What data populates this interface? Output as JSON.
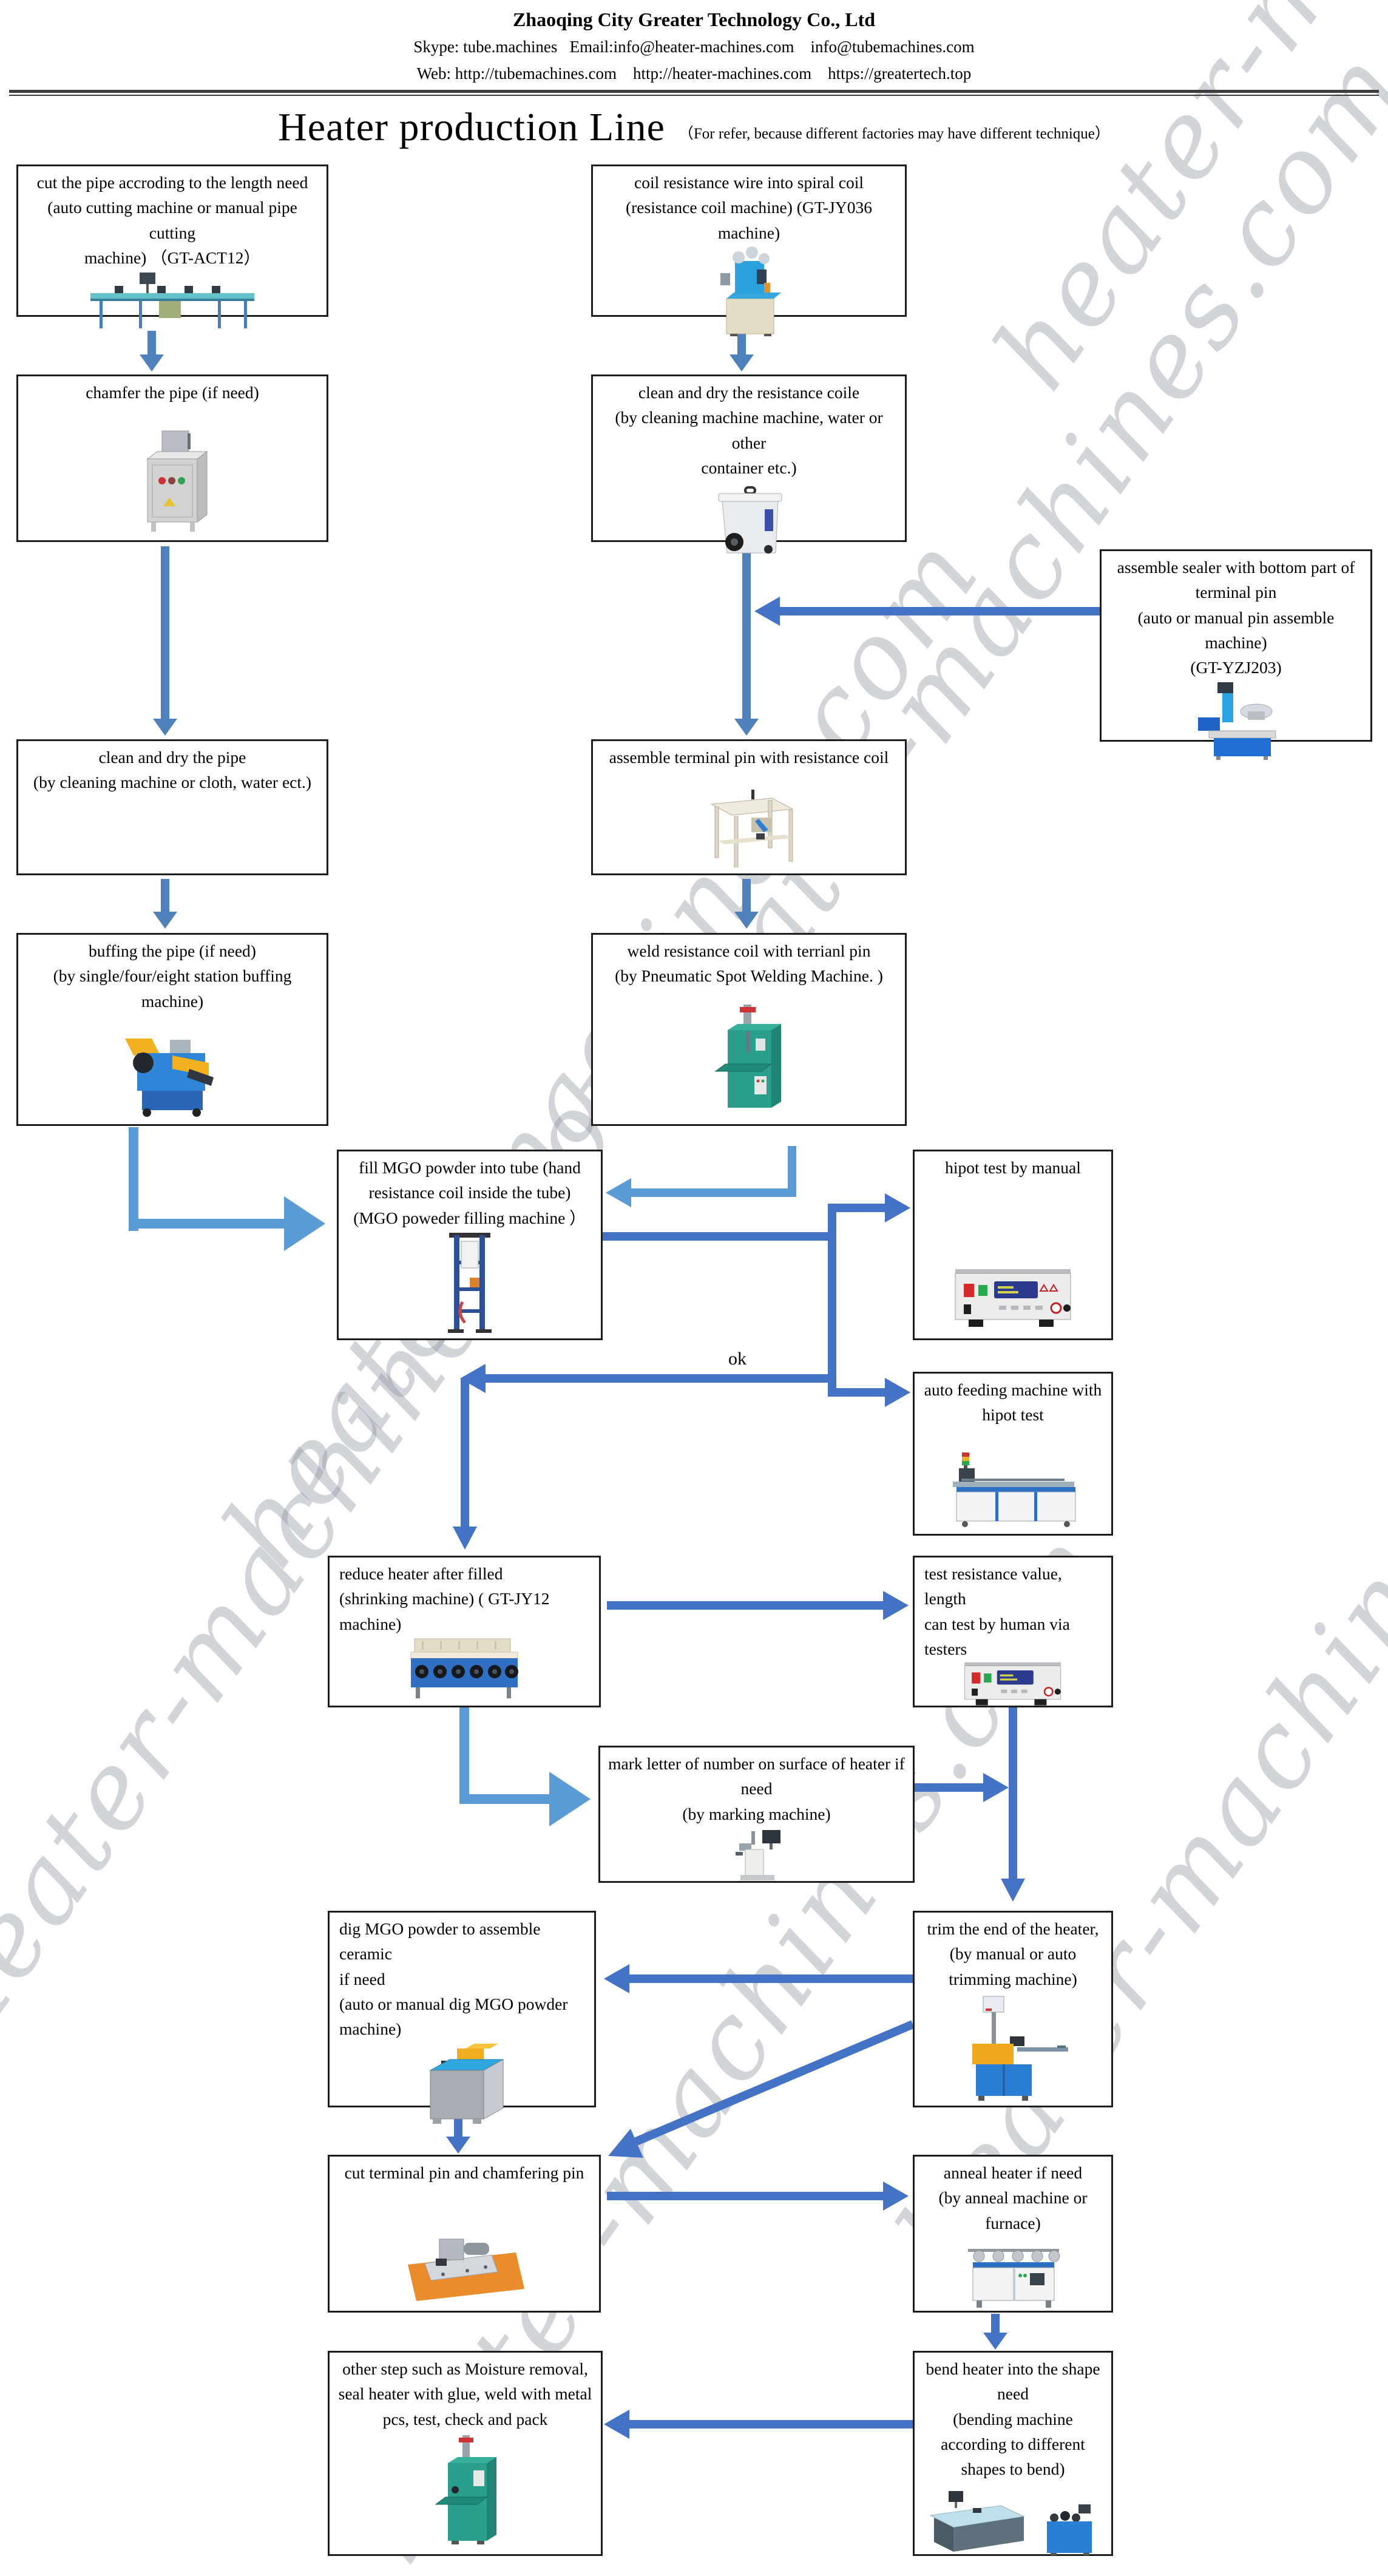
{
  "header": {
    "company": "Zhaoqing City Greater Technology Co., Ltd",
    "contact_line": "Skype: tube.machines   Email:info@heater-machines.com    info@tubemachines.com",
    "web_line": "Web: http://tubemachines.com    http://heater-machines.com    https://greatertech.top"
  },
  "title": {
    "main": "Heater production Line",
    "note": "（For refer, because different factories may have different technique）"
  },
  "watermark": "heater-machines.com",
  "labels": {
    "ok": "ok"
  },
  "colors": {
    "arrow_dark": "#4472c4",
    "arrow_light": "#5b9bd5",
    "arrow_block": "#4f81bd",
    "box_border": "#1c1c1c"
  },
  "nodes": {
    "cut_pipe": {
      "text": "cut the pipe accroding to the length need\n(auto cutting machine or manual pipe cutting\nmachine) （GT-ACT12）"
    },
    "coil_wire": {
      "text": "coil resistance wire into spiral coil\n(resistance coil machine) (GT-JY036 machine)"
    },
    "chamfer": {
      "text": "chamfer the pipe (if need)"
    },
    "clean_coil": {
      "text": "clean and dry the resistance coile\n(by cleaning machine machine, water or other\ncontainer etc.)"
    },
    "assemble_sealer": {
      "text": "assemble sealer with bottom part of\nterminal pin\n(auto or manual pin assemble machine)\n(GT-YZJ203)"
    },
    "clean_pipe": {
      "text": "clean and dry the pipe\n(by cleaning machine or cloth, water ect.)"
    },
    "assemble_pin": {
      "text": "assemble terminal pin with resistance coil"
    },
    "buffing": {
      "text": "buffing the pipe (if need)\n(by single/four/eight station buffing\nmachine)"
    },
    "weld": {
      "text": "weld resistance coil with terrianl pin\n(by Pneumatic Spot Welding Machine. )"
    },
    "fill_mgo": {
      "text": "fill MGO powder into tube (hand\nresistance coil inside the tube)\n(MGO poweder filling machine ）"
    },
    "hipot": {
      "text": "hipot test by manual"
    },
    "auto_feeding": {
      "text": "auto feeding machine with\nhipot test"
    },
    "reduce": {
      "text": "reduce heater after filled\n(shrinking machine) ( GT-JY12\nmachine)"
    },
    "test_resistance": {
      "text": "test resistance value,\nlength\ncan test by human via\ntesters"
    },
    "mark": {
      "text": "mark letter of number on surface of heater if\nneed\n(by marking machine)"
    },
    "dig": {
      "text": "dig MGO powder to assemble ceramic\nif need\n(auto or manual dig MGO powder\nmachine)"
    },
    "trim": {
      "text": "trim the end of the heater,\n(by manual or auto\ntrimming machine)"
    },
    "cut_pin": {
      "text": "cut terminal pin and chamfering pin"
    },
    "anneal": {
      "text": "anneal heater if need\n(by anneal machine or\nfurnace)"
    },
    "bend": {
      "text": "bend heater into the shape\nneed\n(bending machine\naccording to different\nshapes to bend)"
    },
    "other_step": {
      "text": "other step such as Moisture removal,\nseal heater with glue, weld with metal\npcs, test, check and pack"
    }
  }
}
